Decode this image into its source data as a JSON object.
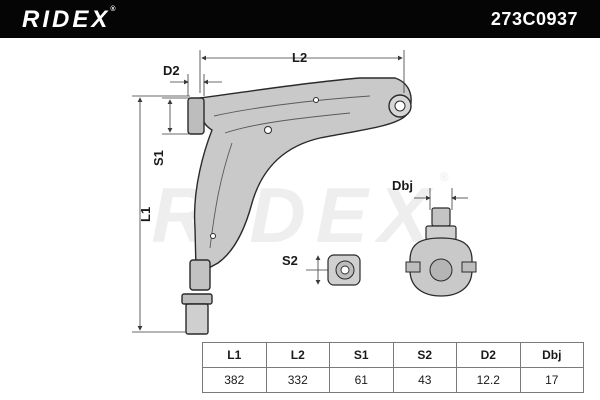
{
  "header": {
    "brand": "RIDEX",
    "brand_mark": "®",
    "part_number": "273C0937"
  },
  "watermark": {
    "text": "RIDEX",
    "mark": "®"
  },
  "drawing": {
    "dimension_labels": {
      "d2": "D2",
      "l2": "L2",
      "s1": "S1",
      "l1": "L1",
      "s2": "S2",
      "dbj": "Dbj"
    }
  },
  "spec_table": {
    "headers": [
      "L1",
      "L2",
      "S1",
      "S2",
      "D2",
      "Dbj"
    ],
    "values": [
      "382",
      "332",
      "61",
      "43",
      "12.2",
      "17"
    ]
  },
  "colors": {
    "header_bg": "#050505",
    "part_fill": "#c9c9c9",
    "line": "#3a3a3a",
    "watermark": "#eeeeee"
  }
}
